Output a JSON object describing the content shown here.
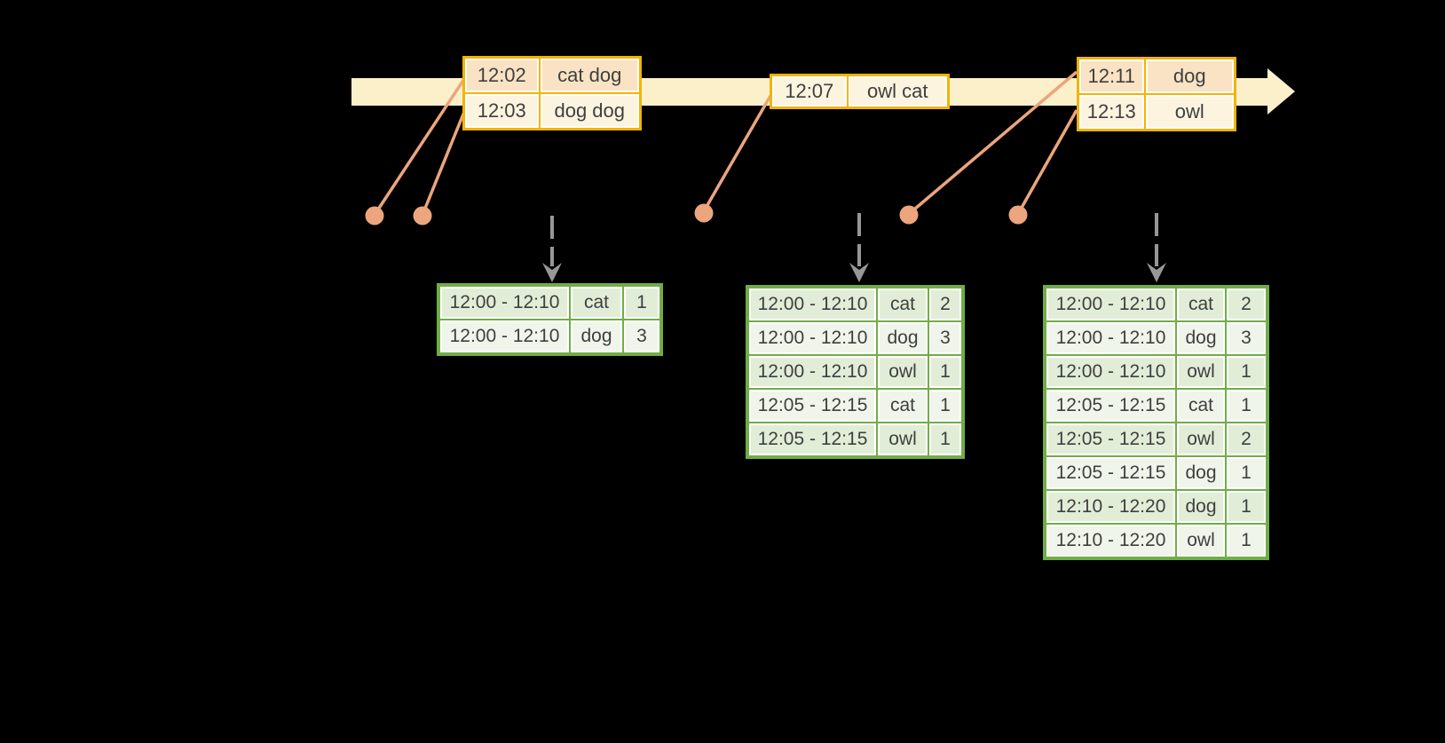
{
  "colors": {
    "background": "#000000",
    "timeline_band": "#fbf0ca",
    "event_table_border": "#f3b300",
    "event_row_dark": "#fae3c4",
    "event_row_light": "#fdf4e0",
    "connector_salmon": "#eca57d",
    "result_table_border": "#70ad47",
    "result_row_dark": "#e2edd8",
    "result_row_light": "#f0f5eb",
    "trigger_arrow_gray": "#979797",
    "cell_text": "#3f3f3f"
  },
  "icons": {
    "timeline_arrow": "right-pointing cream band arrow",
    "event_marker": "filled salmon circle",
    "trigger_arrow": "gray dashed arrow pointing down"
  },
  "event_tables": [
    {
      "rows": [
        {
          "time": "12:02",
          "words": "cat dog"
        },
        {
          "time": "12:03",
          "words": "dog dog"
        }
      ]
    },
    {
      "rows": [
        {
          "time": "12:07",
          "words": "owl cat"
        }
      ]
    },
    {
      "rows": [
        {
          "time": "12:11",
          "words": "dog"
        },
        {
          "time": "12:13",
          "words": "owl"
        }
      ]
    }
  ],
  "result_tables": [
    {
      "rows": [
        {
          "window": "12:00 - 12:10",
          "word": "cat",
          "count": "1"
        },
        {
          "window": "12:00 - 12:10",
          "word": "dog",
          "count": "3"
        }
      ]
    },
    {
      "rows": [
        {
          "window": "12:00 - 12:10",
          "word": "cat",
          "count": "2"
        },
        {
          "window": "12:00 - 12:10",
          "word": "dog",
          "count": "3"
        },
        {
          "window": "12:00 - 12:10",
          "word": "owl",
          "count": "1"
        },
        {
          "window": "12:05 - 12:15",
          "word": "cat",
          "count": "1"
        },
        {
          "window": "12:05 - 12:15",
          "word": "owl",
          "count": "1"
        }
      ]
    },
    {
      "rows": [
        {
          "window": "12:00 - 12:10",
          "word": "cat",
          "count": "2"
        },
        {
          "window": "12:00 - 12:10",
          "word": "dog",
          "count": "3"
        },
        {
          "window": "12:00 - 12:10",
          "word": "owl",
          "count": "1"
        },
        {
          "window": "12:05 - 12:15",
          "word": "cat",
          "count": "1"
        },
        {
          "window": "12:05 - 12:15",
          "word": "owl",
          "count": "2"
        },
        {
          "window": "12:05 - 12:15",
          "word": "dog",
          "count": "1"
        },
        {
          "window": "12:10 - 12:20",
          "word": "dog",
          "count": "1"
        },
        {
          "window": "12:10 - 12:20",
          "word": "owl",
          "count": "1"
        }
      ]
    }
  ]
}
